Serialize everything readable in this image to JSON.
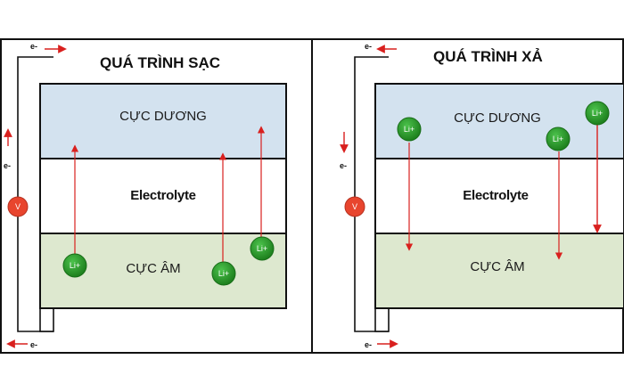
{
  "charge": {
    "title": "QUÁ TRÌNH SẠC",
    "positive_label": "CỰC DƯƠNG",
    "electrolyte_label": "Electrolyte",
    "negative_label": "CỰC ÂM",
    "electron_top": "e-",
    "electron_side": "e-",
    "electron_bottom": "e-",
    "voltmeter": "V",
    "ions": [
      "Li+",
      "Li+",
      "Li+"
    ]
  },
  "discharge": {
    "title": "QUÁ TRÌNH XẢ",
    "positive_label": "CỰC DƯƠNG",
    "electrolyte_label": "Electrolyte",
    "negative_label": "CỰC ÂM",
    "electron_top": "e-",
    "electron_side": "e-",
    "electron_bottom": "e-",
    "voltmeter": "V",
    "ions": [
      "Li+",
      "Li+",
      "Li+"
    ]
  },
  "colors": {
    "positive_fill": "#d3e2ef",
    "negative_fill": "#dde8cf",
    "ion_fill": "#2c9a2c",
    "voltmeter_fill": "#e8452e",
    "arrow": "#d9201e"
  }
}
